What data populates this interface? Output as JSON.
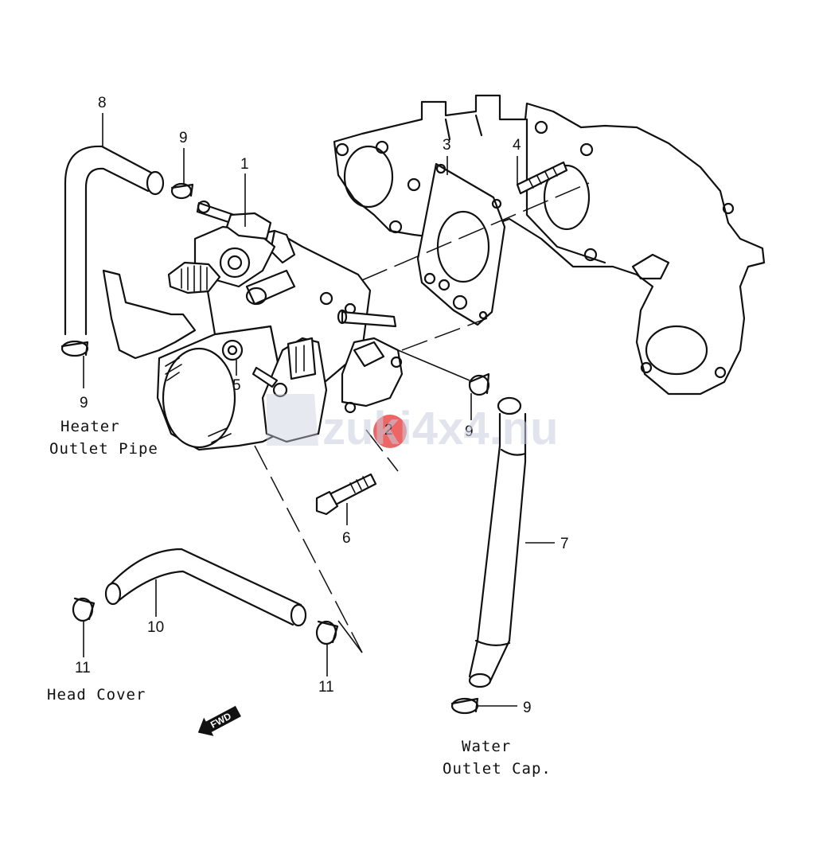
{
  "parts": {
    "p1": "1",
    "p2": "2",
    "p3": "3",
    "p4": "4",
    "p5": "5",
    "p6": "6",
    "p7": "7",
    "p8": "8",
    "p9a": "9",
    "p9b": "9",
    "p9c": "9",
    "p9d": "9",
    "p10": "10",
    "p11a": "11",
    "p11b": "11"
  },
  "captions": {
    "heater_line1": "Heater",
    "heater_line2": "Outlet Pipe",
    "head_cover": "Head Cover",
    "water_line1": "Water",
    "water_line2": "Outlet Cap."
  },
  "fwd_label": "FWD",
  "watermark": "zuki4x4.nu",
  "colors": {
    "line": "#111111",
    "marker": "#e8403f",
    "watermark": "#c9cfe0"
  }
}
